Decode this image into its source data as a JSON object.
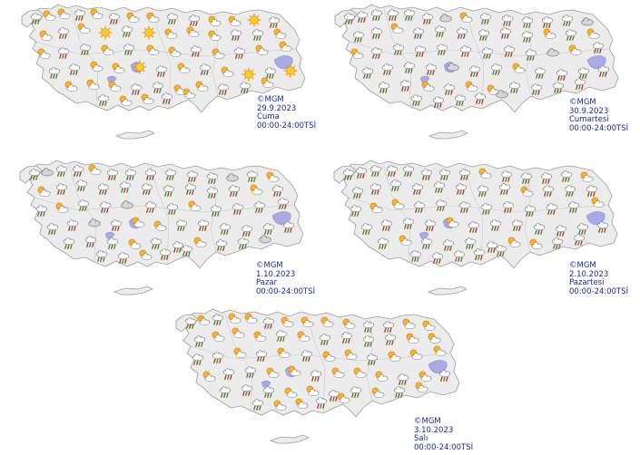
{
  "icon_types": {
    "r": "rain-cloud-icon",
    "p": "partly-cloudy-icon",
    "s": "sunny-icon",
    "c": "cloudy-icon"
  },
  "colors": {
    "land": "#ececec",
    "coast": "#9c9c9c",
    "lake": "#a9a9e6",
    "caption": "#1a2a9c",
    "rain_drop": "#1d9a2c",
    "rain_drop_alt": "#d42020",
    "sun": "#f5a000"
  },
  "maps": [
    {
      "id": "map-1",
      "copyright": "©MGM",
      "date": "29.9.2023",
      "day": "Cuma",
      "time": "00:00-24:00TSİ",
      "icon_pattern": "rrprprrpprprpsprrprpprppsprpps"
    },
    {
      "id": "map-2",
      "copyright": "©MGM",
      "date": "30.9.2023",
      "day": "Cumartesi",
      "time": "00:00-24:00TSİ",
      "icon_pattern": "rrrrprrcrrrprrrrcrrprrrprrrrp"
    },
    {
      "id": "map-3",
      "copyright": "©MGM",
      "date": "1.10.2023",
      "day": "Pazar",
      "time": "00:00-24:00TSİ",
      "icon_pattern": "prrrrprrrrprrcrrrprrrprrrcrrr"
    },
    {
      "id": "map-4",
      "copyright": "©MGM",
      "date": "2.10.2023",
      "day": "Pazartesi",
      "time": "00:00-24:00TSİ",
      "icon_pattern": "rrprrrrprrrrrprrrrprrrrrprrrr"
    },
    {
      "id": "map-5",
      "copyright": "©MGM",
      "date": "3.10.2023",
      "day": "Salı",
      "time": "00:00-24:00TSİ",
      "icon_pattern": "pprpppprpppprprppprprrrrrprrr"
    }
  ]
}
